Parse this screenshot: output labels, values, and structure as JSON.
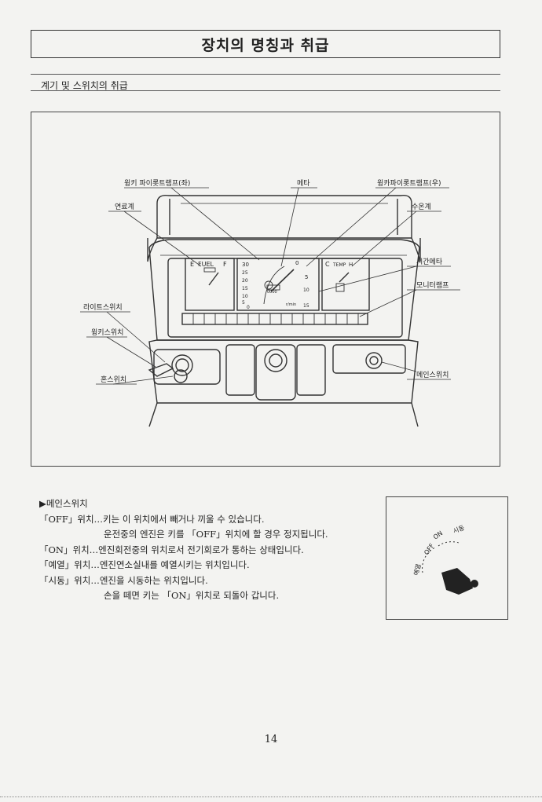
{
  "page_title": "장치의 명칭과 취급",
  "section_title": "계기 및 스위치의 취급",
  "diagram": {
    "labels": {
      "winker_pilot_left": "윙키 파이롯트램프(좌)",
      "meter": "메타",
      "winker_pilot_right": "윙카파이롯트램프(우)",
      "fuel_gauge": "연료계",
      "temp_gauge": "수온계",
      "hour_meter": "시간메타",
      "monitor_lamp": "모니터램프",
      "light_switch": "라이트스위치",
      "winker_switch": "윙키스위치",
      "horn_switch": "혼스위치",
      "main_switch": "메인스위치"
    },
    "panel_text": {
      "fuel_e": "E",
      "fuel_word": "FUEL",
      "fuel_f": "F",
      "temp_c": "C",
      "temp_word": "TEMP",
      "temp_h": "H",
      "tach_ticks": [
        "30",
        "25",
        "20",
        "15",
        "10",
        "5",
        "0"
      ],
      "tach_right": [
        "0",
        "5",
        "10",
        "15"
      ],
      "rpm_unit": "r/min",
      "hour_display": "0000"
    }
  },
  "main_switch": {
    "heading": "▶메인스위치",
    "lines": [
      "「OFF」위치…키는 이 위치에서 빼거나 끼울 수 있습니다.",
      "운전중의 엔진은 키를 「OFF」위치에 할 경우 정지됩니다.",
      "「ON」위치…엔진회전중의 위치로서 전기회로가 통하는 상태입니다.",
      "「예열」위치…엔진연소실내를 예열시키는 위치입니다.",
      "「시동」위치…엔진을 시동하는 위치입니다.",
      "손을 떼면 키는 「ON」위치로 되돌아 갑니다."
    ]
  },
  "key_diagram": {
    "off": "OFF",
    "on": "ON",
    "start": "시동",
    "preheat": "예열"
  },
  "page_number": "14"
}
